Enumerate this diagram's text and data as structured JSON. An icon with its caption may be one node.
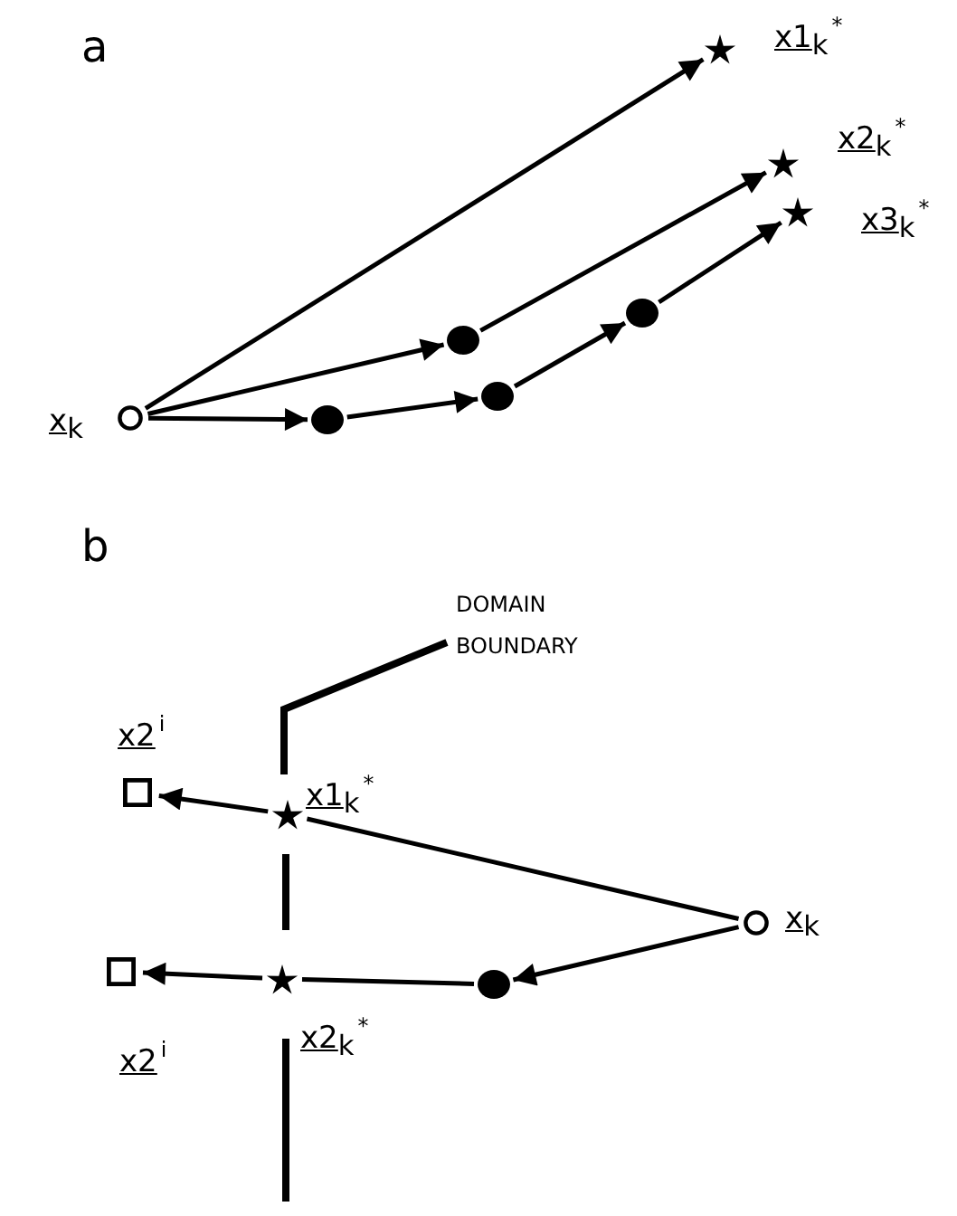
{
  "diagram": {
    "nodes": [
      {
        "text": [],
        "shape": "circle",
        "beside": [
          "x$_{k}$"
        ]
      },
      {
        "text": [],
        "shape": "star",
        "beside": [
          "x1$_{k}$$^{*}$"
        ]
      },
      {
        "text": [],
        "shape": "star",
        "beside": [
          "x2$_{k}$$^{*}$"
        ]
      },
      {
        "text": [],
        "shape": "star",
        "beside": [
          "x3$_{k}$$^{*}$"
        ]
      },
      {
        "text": [],
        "shape": "dot"
      },
      {
        "text": [],
        "shape": "dot"
      },
      {
        "text": [],
        "shape": "dot"
      },
      {
        "text": [],
        "shape": "dot"
      },
      {
        "text": [],
        "shape": "box",
        "beside": [
          "x2$^{i}$"
        ]
      },
      {
        "text": [],
        "shape": "star",
        "beside": [
          "x1$_{k}$$^{*}$"
        ]
      },
      {
        "text": [],
        "shape": "circle",
        "beside": [
          "x$_{k}$"
        ]
      },
      {
        "text": [],
        "shape": "box",
        "beside": [
          "x2$^{i}$"
        ]
      },
      {
        "text": [],
        "shape": "star",
        "beside": [
          "x2$_{k}$$^{*}$"
        ]
      },
      {
        "text": [],
        "shape": "dot"
      }
    ],
    "edges": [
      {
        "from": 0,
        "to": 1,
        "arrow": "to"
      },
      {
        "from": 0,
        "to": 6,
        "arrow": "to"
      },
      {
        "from": 6,
        "to": 2,
        "arrow": "to"
      },
      {
        "from": 0,
        "to": 4,
        "arrow": "to"
      },
      {
        "from": 4,
        "to": 5,
        "arrow": "to"
      },
      {
        "from": 5,
        "to": 7,
        "arrow": "to"
      },
      {
        "from": 7,
        "to": 3,
        "arrow": "to"
      },
      {
        "from": 9,
        "to": 8,
        "arrow": "to"
      },
      {
        "from": 10,
        "to": 9,
        "arrow": "none"
      },
      {
        "from": 10,
        "to": 13,
        "arrow": "to"
      },
      {
        "from": 13,
        "to": 12,
        "arrow": "none"
      },
      {
        "from": 12,
        "to": 11,
        "arrow": "to"
      }
    ],
    "labels": [
      "a",
      "b",
      "DOMAIN BOUNDARY"
    ]
  }
}
